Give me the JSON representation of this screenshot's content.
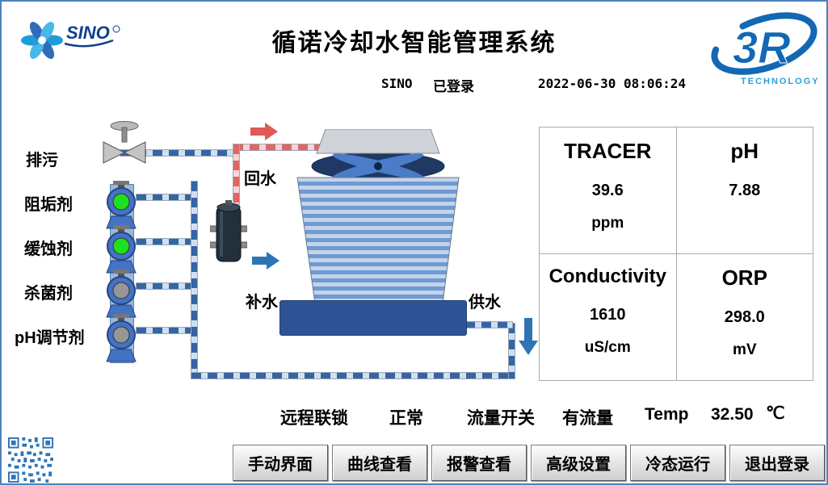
{
  "header": {
    "title": "循诺冷却水智能管理系统",
    "user": "SINO",
    "login_status": "已登录",
    "datetime": "2022-06-30  08:06:24",
    "sino_logo_text": "SINO",
    "logo_3r_text": "3R",
    "logo_3r_sub": "TECHNOLOGY"
  },
  "chemicals": [
    {
      "label": "排污",
      "device": "valve",
      "state": "none"
    },
    {
      "label": "阻垢剂",
      "device": "pump",
      "state": "running"
    },
    {
      "label": "缓蚀剂",
      "device": "pump",
      "state": "running"
    },
    {
      "label": "杀菌剂",
      "device": "pump",
      "state": "stopped"
    },
    {
      "label": "pH调节剂",
      "device": "pump",
      "state": "stopped"
    }
  ],
  "diagram": {
    "return_water": "回水",
    "makeup_water": "补水",
    "supply_water": "供水"
  },
  "metrics": [
    {
      "name": "TRACER",
      "value": "39.6",
      "unit": "ppm"
    },
    {
      "name": "pH",
      "value": "7.88",
      "unit": ""
    },
    {
      "name": "Conductivity",
      "value": "1610",
      "unit": "uS/cm"
    },
    {
      "name": "ORP",
      "value": "298.0",
      "unit": "mV"
    }
  ],
  "status": {
    "interlock_label": "远程联锁",
    "interlock_value": "正常",
    "flow_label": "流量开关",
    "flow_value": "有流量",
    "temp_label": "Temp",
    "temp_value": "32.50",
    "temp_unit": "℃"
  },
  "nav": {
    "buttons": [
      "手动界面",
      "曲线查看",
      "报警查看",
      "高级设置",
      "冷态运行",
      "退出登录"
    ]
  },
  "colors": {
    "pump_on": "#1ee01e",
    "pump_off": "#969696",
    "pipe_blue": "#3465a4",
    "pipe_red": "#e06666",
    "tower_dark": "#2f5496",
    "brand_blue": "#1268b3",
    "frame_border": "#4f81bd"
  }
}
